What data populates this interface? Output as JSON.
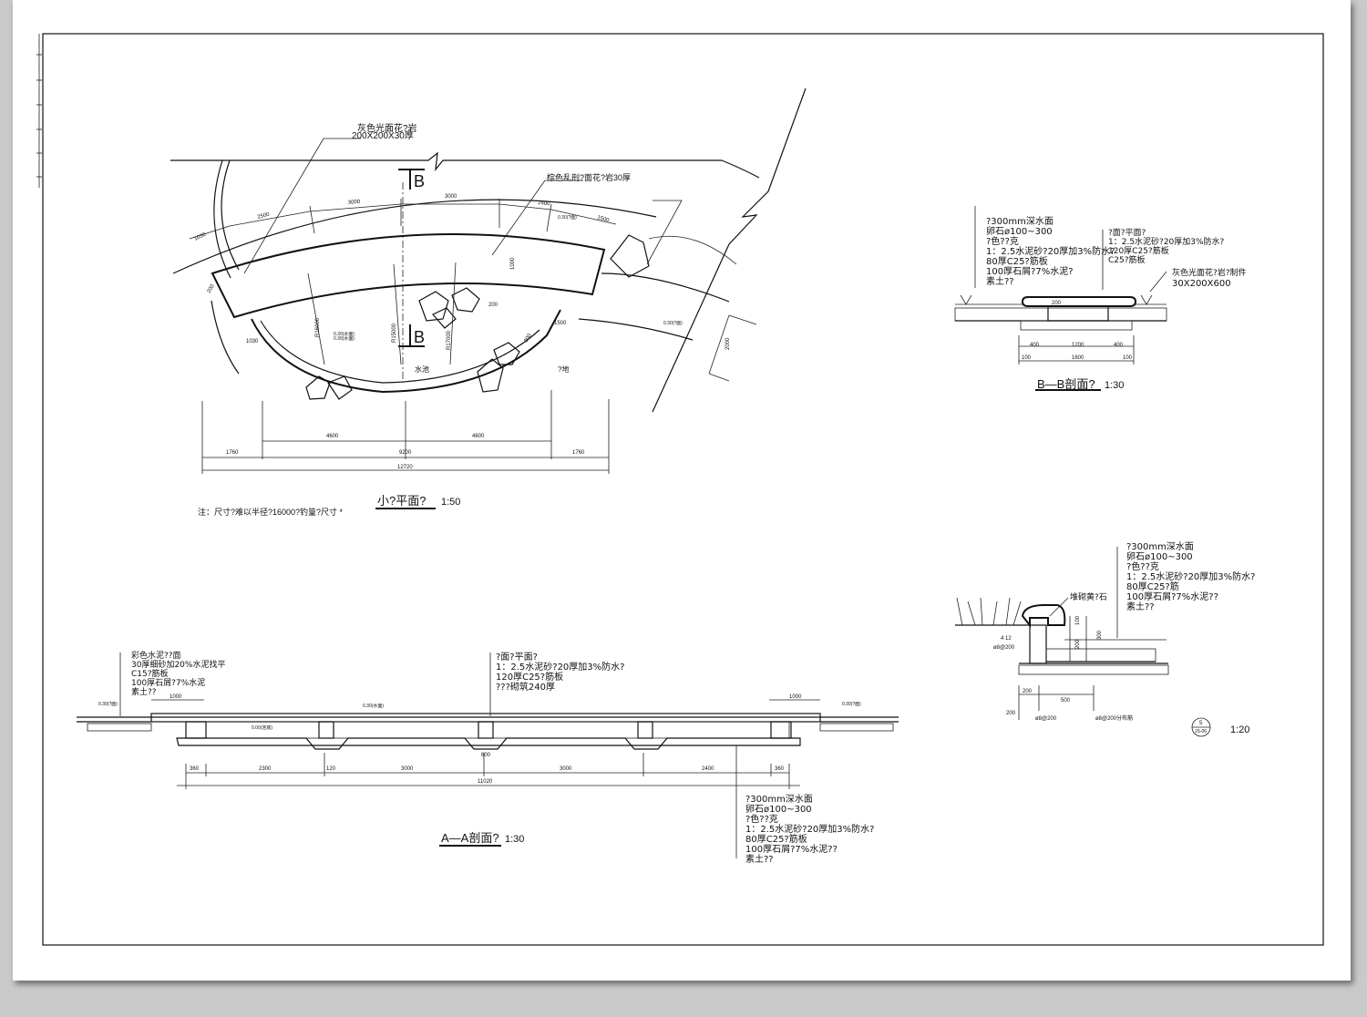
{
  "plan": {
    "title": "小?平面?",
    "scale": "1:50",
    "note": "注：尺寸?难以半径?16000?钓篁?尺寸 *",
    "section_mark": "B",
    "labels": {
      "granite_top": "灰色光面花?岩",
      "granite_size": "200X200X30厚",
      "paving": "棕色乱刑?面花?岩30厚",
      "pond": "水池",
      "lawn": "?地",
      "elev_1": "0.30(水面)",
      "elev_2": "0.30(水面)",
      "elev_3": "0.30(?面)",
      "elev_4": "0.30(?面)",
      "radius_1": "R16000",
      "radius_2": "R15000",
      "radius_3": "R17000"
    },
    "dims": {
      "top": [
        "1030",
        "2500",
        "3000",
        "3000",
        "2400",
        "1500"
      ],
      "bottom_row1": [
        "4600",
        "4600"
      ],
      "bottom_row2": [
        "1760",
        "9200",
        "1760"
      ],
      "bottom_total": "12720",
      "side": "2000",
      "misc": [
        "200",
        "1000",
        "1030",
        "1500",
        "200",
        "300"
      ]
    }
  },
  "section_bb": {
    "title": "B—B剖面?",
    "scale": "1:30",
    "left_labels": [
      "?300mm深水面",
      "卵石ø100~300",
      "?色??克",
      "1：2.5水泥砂?20厚加3%防水?",
      "80厚C25?筋板",
      "100厚石屑?7%水泥?",
      "素土??"
    ],
    "right_labels": [
      "?面?平面?",
      "1：2.5水泥砂?20厚加3%防水?",
      "120厚C25?筋板",
      "C25?筋板"
    ],
    "stone_label": "灰色光面花?岩?制件",
    "stone_size": "30X200X600",
    "dims": [
      "400",
      "1200",
      "400",
      "100",
      "1600",
      "100",
      "200"
    ]
  },
  "section_edge": {
    "labels": [
      "?300mm深水面",
      "卵石ø100~300",
      "?色??克",
      "1：2.5水泥砂?20厚加3%防水?",
      "80厚C25?筋",
      "100厚石屑?7%水泥??",
      "素土??"
    ],
    "rock_label": "堆砌黄?石",
    "dims": [
      "100",
      "300",
      "200",
      "200",
      "500",
      "200",
      "4 12"
    ],
    "rebar_1": "ø8@200",
    "rebar_2": "ø8@200分布筋",
    "rebar_3": "ø8@200",
    "detail_num": "5",
    "detail_sheet": "JS-06",
    "scale": "1:20"
  },
  "section_aa": {
    "title": "A—A剖面?",
    "scale": "1:30",
    "left_labels": [
      "彩色水泥??面",
      "30厚细砂加20%水泥找平",
      "C15?筋板",
      "100厚石屑?7%水泥",
      "素土??"
    ],
    "middle_labels": [
      "?面?平面?",
      "1：2.5水泥砂?20厚加3%防水?",
      "120厚C25?筋板",
      "???砌筑240厚"
    ],
    "bottom_labels": [
      "?300mm深水面",
      "卵石ø100~300",
      "?色??克",
      "1：2.5水泥砂?20厚加3%防水?",
      "80厚C25?筋板",
      "100厚石屑?7%水泥??",
      "素土??"
    ],
    "dims": [
      "360",
      "2300",
      "120",
      "3000",
      "3000",
      "2400",
      "360"
    ],
    "dim_600": "600",
    "dim_total": "11020",
    "dim_side": "1000",
    "elev": [
      "0.30(?面)",
      "0.30(水面)",
      "0.00(池底)",
      "0.30(?面)"
    ]
  }
}
